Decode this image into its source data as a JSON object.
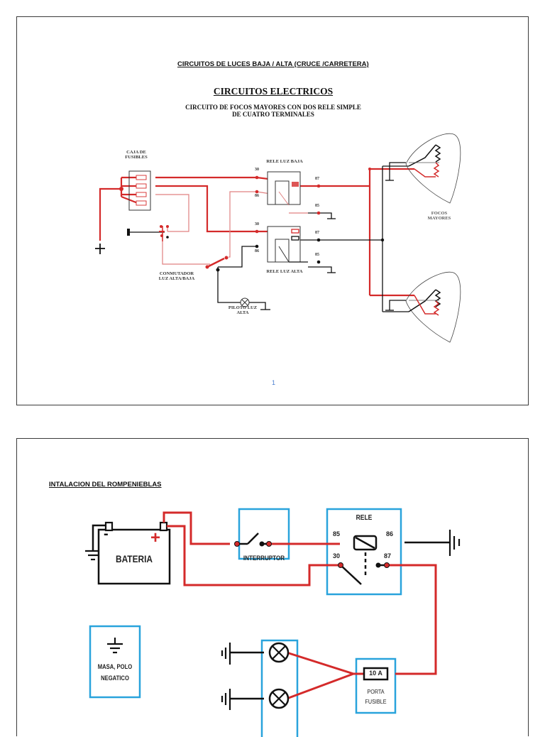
{
  "page1": {
    "header": "CIRCUITOS DE LUCES BAJA / ALTA (CRUCE /CARRETERA)",
    "title": "CIRCUITOS ELECTRICOS",
    "subtitle_line1": "CIRCUITO DE FOCOS MAYORES CON DOS RELE SIMPLE",
    "subtitle_line2": "DE CUATRO TERMINALES",
    "fuse_box_label_1": "CAJA DE",
    "fuse_box_label_2": "FUSIBLES",
    "relay_low_label": "RELE LUZ BAJA",
    "relay_high_label": "RELE LUZ ALTA",
    "relay_low_pins": {
      "p30": "30",
      "p86": "86",
      "p87": "87",
      "p85": "85"
    },
    "relay_high_pins": {
      "p30": "30",
      "p86": "86",
      "p87": "87",
      "p85": "85"
    },
    "switch_label_1": "CONMUTADOR",
    "switch_label_2": "LUZ ALTA/BAJA",
    "pilot_label_1": "PILOTO LUZ",
    "pilot_label_2": "ALTA",
    "headlights_label_1": "FOCOS",
    "headlights_label_2": "MAYORES",
    "battery_plus": "+",
    "page_number": "1"
  },
  "page2": {
    "header": "INTALACION DEL ROMPENIEBLAS",
    "battery_label": "BATERIA",
    "battery_minus": "-",
    "battery_plus": "+",
    "switch_label": "INTERRUPTOR",
    "relay_label": "RELE",
    "relay_pins": {
      "p85": "85",
      "p86": "86",
      "p30": "30",
      "p87": "87"
    },
    "ground_legend_line1": "MASA, POLO",
    "ground_legend_line2": "NEGATICO",
    "fuse_value": "10 A",
    "fuse_holder_line1": "PORTA",
    "fuse_holder_line2": "FUSIBLE"
  },
  "colors": {
    "wire_red": "#d42a2a",
    "wire_light_red": "#e08080",
    "wire_black": "#111111",
    "component_box_blue": "#29a3dc",
    "page_number_blue": "#4a7fd0"
  }
}
